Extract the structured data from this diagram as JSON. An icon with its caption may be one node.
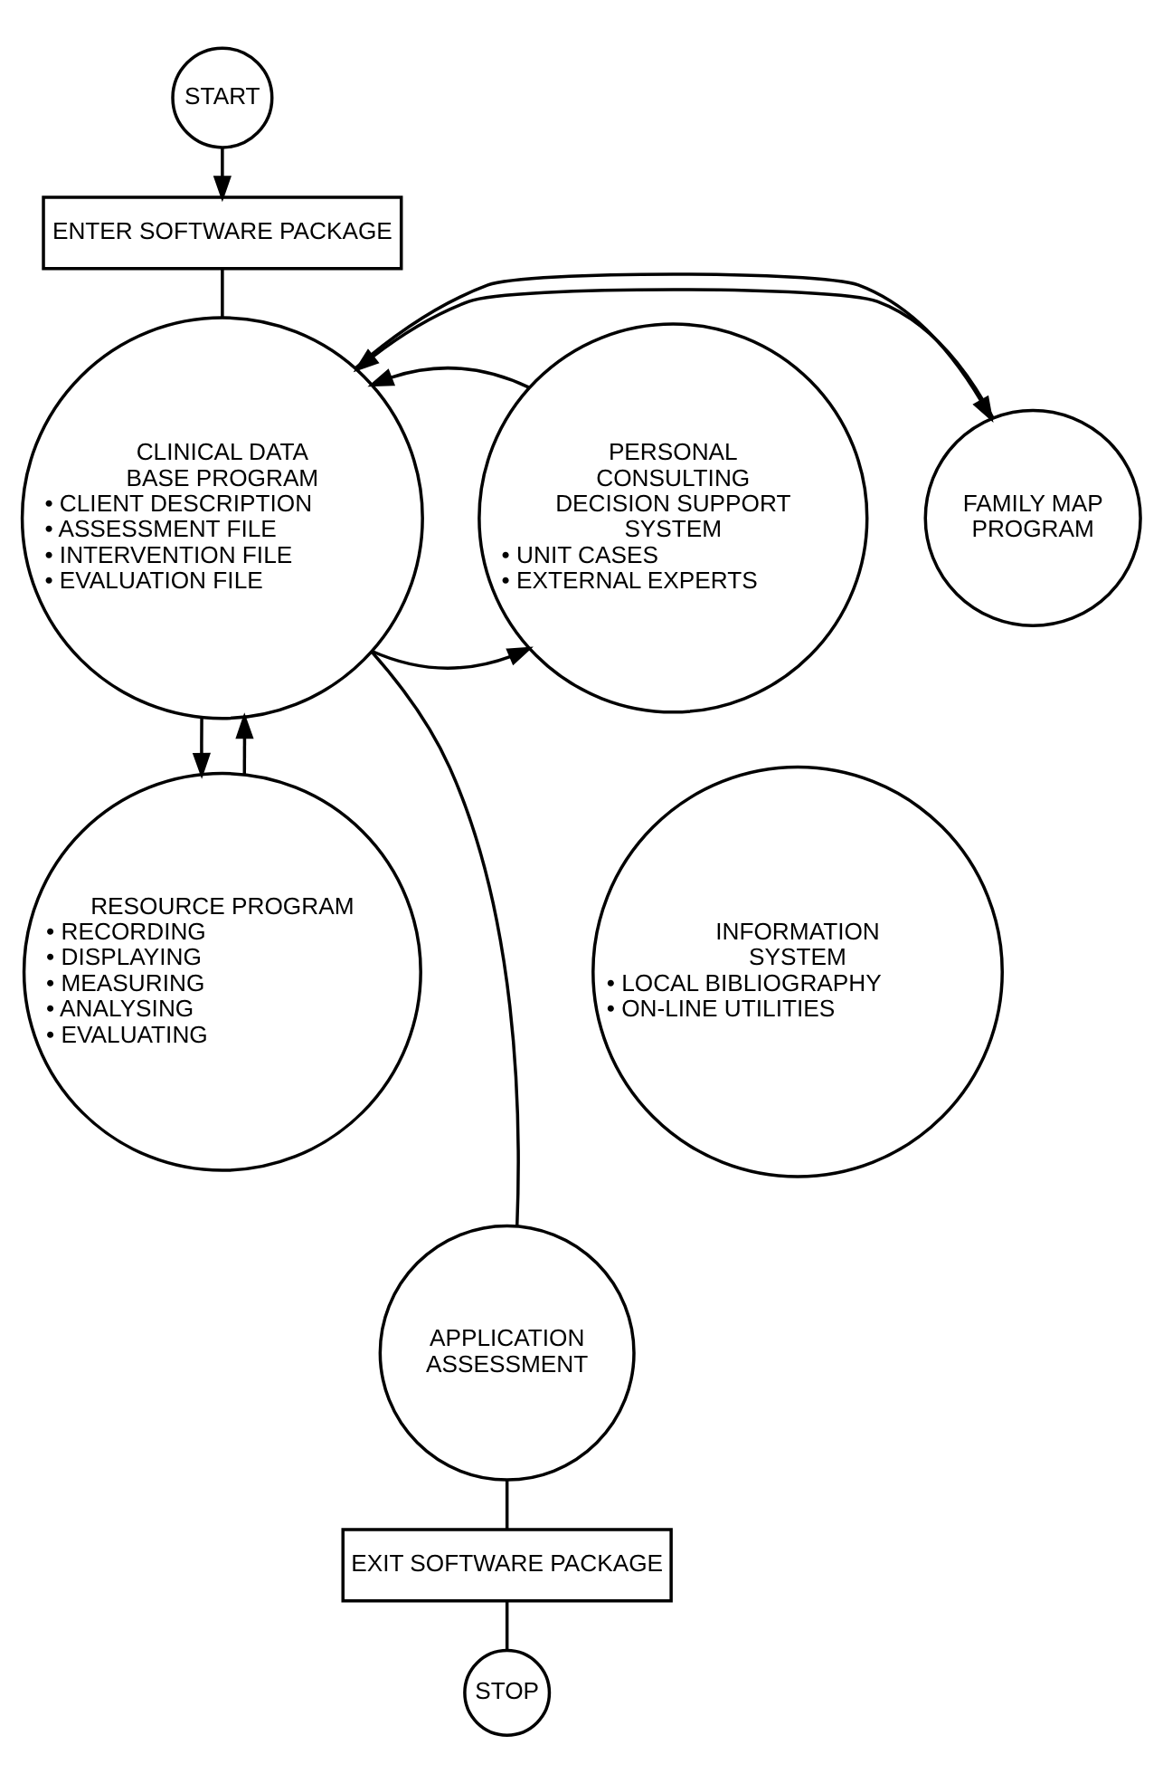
{
  "diagram": {
    "nodes": [
      {
        "text": [
          "START"
        ]
      },
      {
        "text": [
          "ENTER SOFTWARE PACKAGE"
        ]
      },
      {
        "text": [
          "FAMILY MAP PROGRAM"
        ]
      },
      {
        "text": [
          "PERSONAL CONSULTING DECISION SUPPORT SYSTEM",
          "• UNIT CASES",
          "• EXTERNAL EXPERTS"
        ]
      },
      {
        "text": [
          "CLINICAL DATA BASE PROGRAM",
          "• CLIENT DESCRIPTION",
          "• ASSESSMENT FILE",
          "• INTERVENTION FILE",
          "• EVALUATION FILE"
        ]
      },
      {
        "text": [
          "RESOURCE PROGRAM",
          "• RECORDING",
          "• DISPLAYING",
          "• MEASURING",
          "• ANALYSING",
          "• EVALUATING"
        ]
      },
      {
        "text": [
          "INFORMATION SYSTEM",
          "• LOCAL BIBLIOGRAPHY",
          "• ON-LINE UTILITIES"
        ]
      },
      {
        "text": [
          "APPLICATION ASSESSMENT"
        ]
      },
      {
        "text": [
          "EXIT SOFTWARE PACKAGE"
        ]
      },
      {
        "text": [
          "STOP"
        ]
      }
    ],
    "edges": [
      {
        "from": 0,
        "to": 1,
        "arrow": "to"
      },
      {
        "from": 1,
        "to": 4,
        "arrow": "none"
      },
      {
        "from": 2,
        "to": 4,
        "arrow": "to"
      },
      {
        "from": 4,
        "to": 2,
        "arrow": "to"
      },
      {
        "from": 4,
        "to": 3,
        "arrow": "to"
      },
      {
        "from": 3,
        "to": 4,
        "arrow": "to"
      },
      {
        "from": 5,
        "to": 4,
        "arrow": "to"
      },
      {
        "from": 4,
        "to": 5,
        "arrow": "to"
      },
      {
        "from": 4,
        "to": 7,
        "arrow": "none"
      },
      {
        "from": 7,
        "to": 8,
        "arrow": "none"
      },
      {
        "from": 8,
        "to": 9,
        "arrow": "none"
      }
    ]
  }
}
